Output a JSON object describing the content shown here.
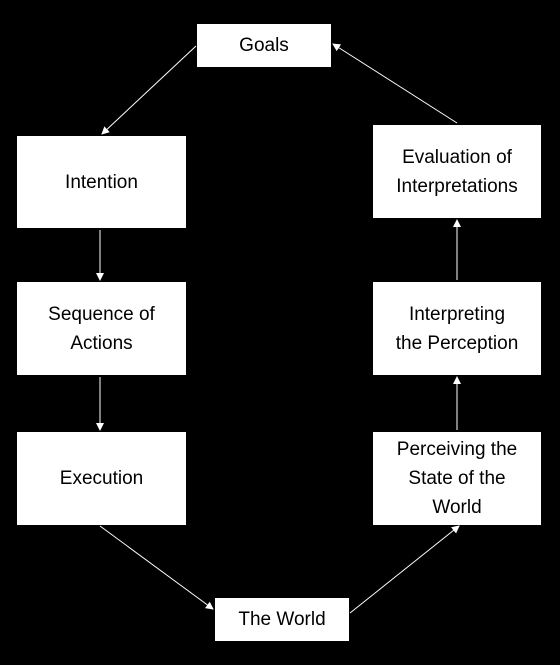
{
  "diagram": {
    "background_color": "#000000",
    "box_color": "#ffffff",
    "arrow_color": "#ffffff",
    "nodes": {
      "goals": "Goals",
      "intention": "Intention",
      "sequence": "Sequence of\nActions",
      "execution": "Execution",
      "world": "The World",
      "perceiving": "Perceiving the\nState of the\nWorld",
      "interpreting": "Interpreting\nthe Perception",
      "evaluation": "Evaluation of\nInterpretations"
    },
    "edges": [
      {
        "from": "Goals",
        "to": "Intention"
      },
      {
        "from": "Intention",
        "to": "Sequence of Actions"
      },
      {
        "from": "Sequence of Actions",
        "to": "Execution"
      },
      {
        "from": "Execution",
        "to": "The World"
      },
      {
        "from": "The World",
        "to": "Perceiving the State of the World"
      },
      {
        "from": "Perceiving the State of the World",
        "to": "Interpreting the Perception"
      },
      {
        "from": "Interpreting the Perception",
        "to": "Evaluation of Interpretations"
      },
      {
        "from": "Evaluation of Interpretations",
        "to": "Goals"
      }
    ]
  }
}
